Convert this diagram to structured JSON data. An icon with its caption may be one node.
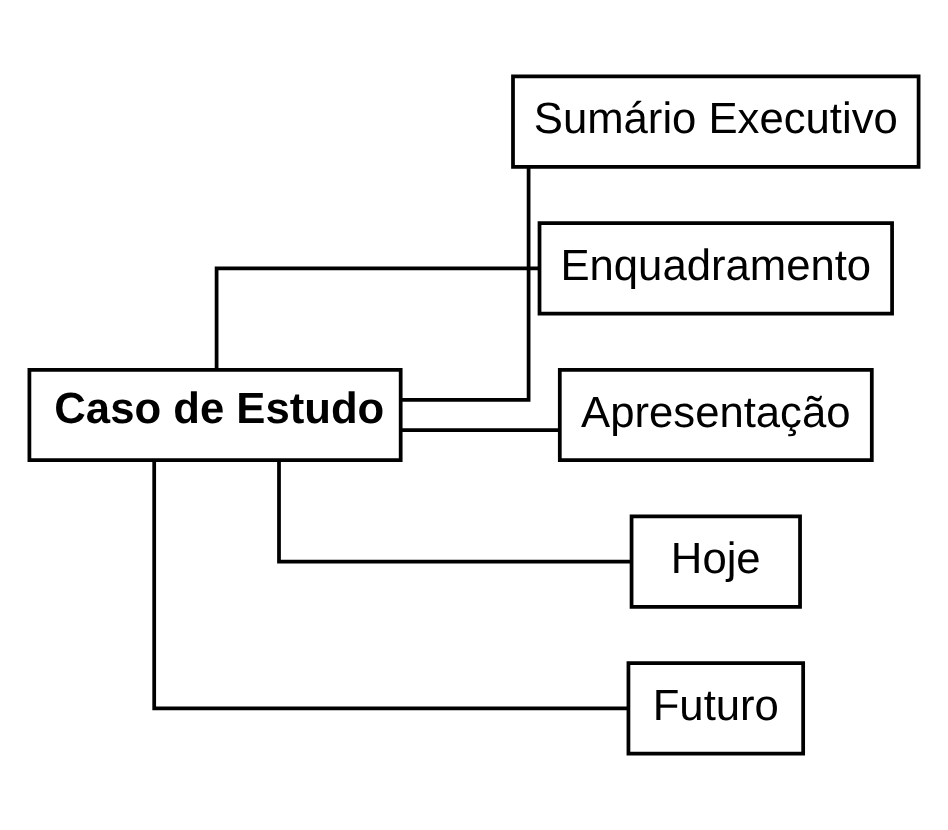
{
  "diagram": {
    "nodes": [
      {
        "text": [
          "Caso de Estudo"
        ]
      },
      {
        "text": [
          "Sumário Executivo"
        ]
      },
      {
        "text": [
          "Enquadramento"
        ]
      },
      {
        "text": [
          "Apresentação"
        ]
      },
      {
        "text": [
          "Hoje"
        ]
      },
      {
        "text": [
          "Futuro"
        ]
      }
    ],
    "edges": [
      {
        "from": 0,
        "to": 1,
        "arrow": "none"
      },
      {
        "from": 0,
        "to": 2,
        "arrow": "none"
      },
      {
        "from": 0,
        "to": 3,
        "arrow": "none"
      },
      {
        "from": 0,
        "to": 4,
        "arrow": "none"
      },
      {
        "from": 0,
        "to": 5,
        "arrow": "none"
      }
    ]
  }
}
